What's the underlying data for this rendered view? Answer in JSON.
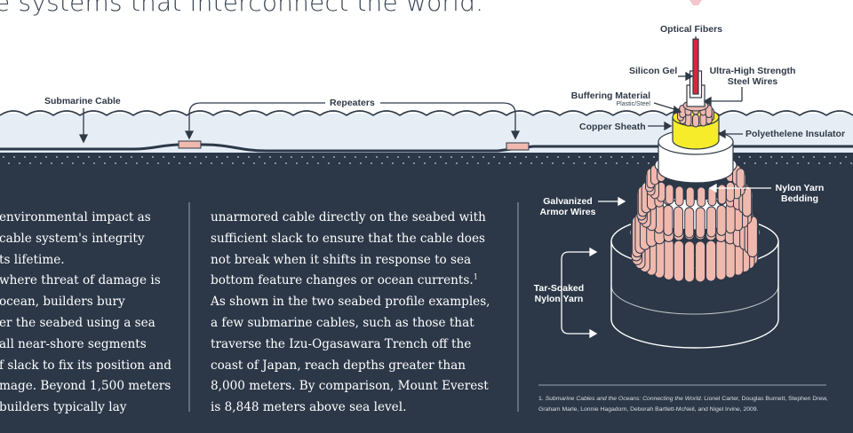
{
  "headline": "e systems that interconnect the world.",
  "labels": {
    "submarine_cable": "Submarine Cable",
    "repeaters": "Repeaters",
    "optical_fibers": "Optical Fibers",
    "silicon_gel": "Silicon Gel",
    "ultra_high_strength_1": "Ultra-High Strength",
    "ultra_high_strength_2": "Steel Wires",
    "buffering_material": "Buffering Material",
    "buffering_material_sub": "Plastic/Steel",
    "copper_sheath": "Copper Sheath",
    "polyethelene_insulator": "Polyethelene Insulator",
    "nylon_yarn_1": "Nylon Yarn",
    "nylon_yarn_2": "Bedding",
    "galvanized_1": "Galvanized",
    "galvanized_2": "Armor Wires",
    "tar_soaked_1": "Tar-Soaked",
    "tar_soaked_2": "Nylon Yarn"
  },
  "body_left": [
    "environmental impact as",
    "cable system's integrity",
    "ts lifetime.",
    "where threat of damage is",
    "ocean, builders bury",
    "er the seabed using a sea",
    "all near-shore segments",
    "f slack to fix its position and",
    "mage. Beyond 1,500 meters",
    " builders typically lay"
  ],
  "body_right": [
    "unarmored cable directly on the seabed with",
    "sufficient slack to ensure that the cable does",
    "not break when it shifts in response to sea",
    "bottom feature changes or ocean currents.",
    "As shown in the two seabed profile examples,",
    "a few submarine cables, such as those that",
    "traverse the Izu-Ogasawara Trench off the",
    "coast of Japan, reach depths greater than",
    "8,000 meters. By comparison, Mount Everest",
    "is 8,848 meters above sea level."
  ],
  "footnote_marker": "1",
  "footnote": {
    "number": "1.",
    "title": "Submarine Cables and the Oceans: Connecting the World.",
    "authors": "Lionel Carter, Douglas Burnett, Stephen Drew, Graham Marle, Lonnie Hagadorn, Deborah Bartlett-McNeil, and Nigel Irvine, 2009."
  },
  "colors": {
    "navy": "#2c3848",
    "water": "#e6edf5",
    "wave": "#ffffff",
    "copper": "#f0b9ae",
    "insulator": "#f6ec2a",
    "red": "#d6283a"
  }
}
